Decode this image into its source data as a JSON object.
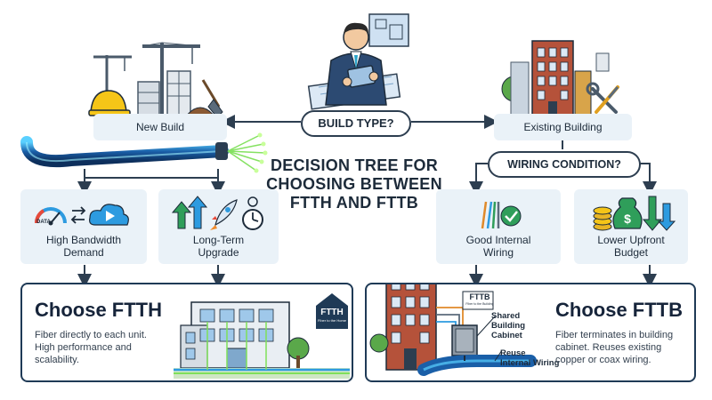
{
  "title": {
    "line1": "DECISION TREE FOR",
    "line2": "CHOOSING BETWEEN",
    "line3": "FTTH AND FTTB"
  },
  "root": {
    "label": "BUILD TYPE?"
  },
  "branches": {
    "new_build": "New Build",
    "existing_building": "Existing Building",
    "wiring_condition": "WIRING CONDITION?"
  },
  "criteria": {
    "high_bandwidth": {
      "line1": "High Bandwidth",
      "line2": "Demand"
    },
    "long_term": {
      "line1": "Long-Term",
      "line2": "Upgrade"
    },
    "good_wiring": {
      "line1": "Good Internal",
      "line2": "Wiring"
    },
    "lower_budget": {
      "line1": "Lower Upfront",
      "line2": "Budget"
    }
  },
  "ftth_card": {
    "title": "Choose FTTH",
    "desc_line1": "Fiber directly to each unit.",
    "desc_line2": "High performance and",
    "desc_line3": "scalability.",
    "sign_label": "FTTH",
    "sign_sub": "Fiber to the Home"
  },
  "fttb_card": {
    "title": "Choose FTTB",
    "desc_line1": "Fiber terminates in building",
    "desc_line2": "cabinet. Reuses existing",
    "desc_line3": "copper or coax wiring.",
    "tag_label": "FTTB",
    "tag_sub": "Fiber to the Building",
    "callout_cabinet_1": "Shared",
    "callout_cabinet_2": "Building",
    "callout_cabinet_3": "Cabinet",
    "callout_wiring_1": "Reuse",
    "callout_wiring_2": "Internal Wiring"
  },
  "icons": {
    "gauge_text": "DATA"
  },
  "colors": {
    "ftth_accent": "#2d9be0",
    "fttb_accent": "#1f3a56",
    "fiber_glow": "#7fe05a",
    "box_bg": "#eaf2f8"
  }
}
